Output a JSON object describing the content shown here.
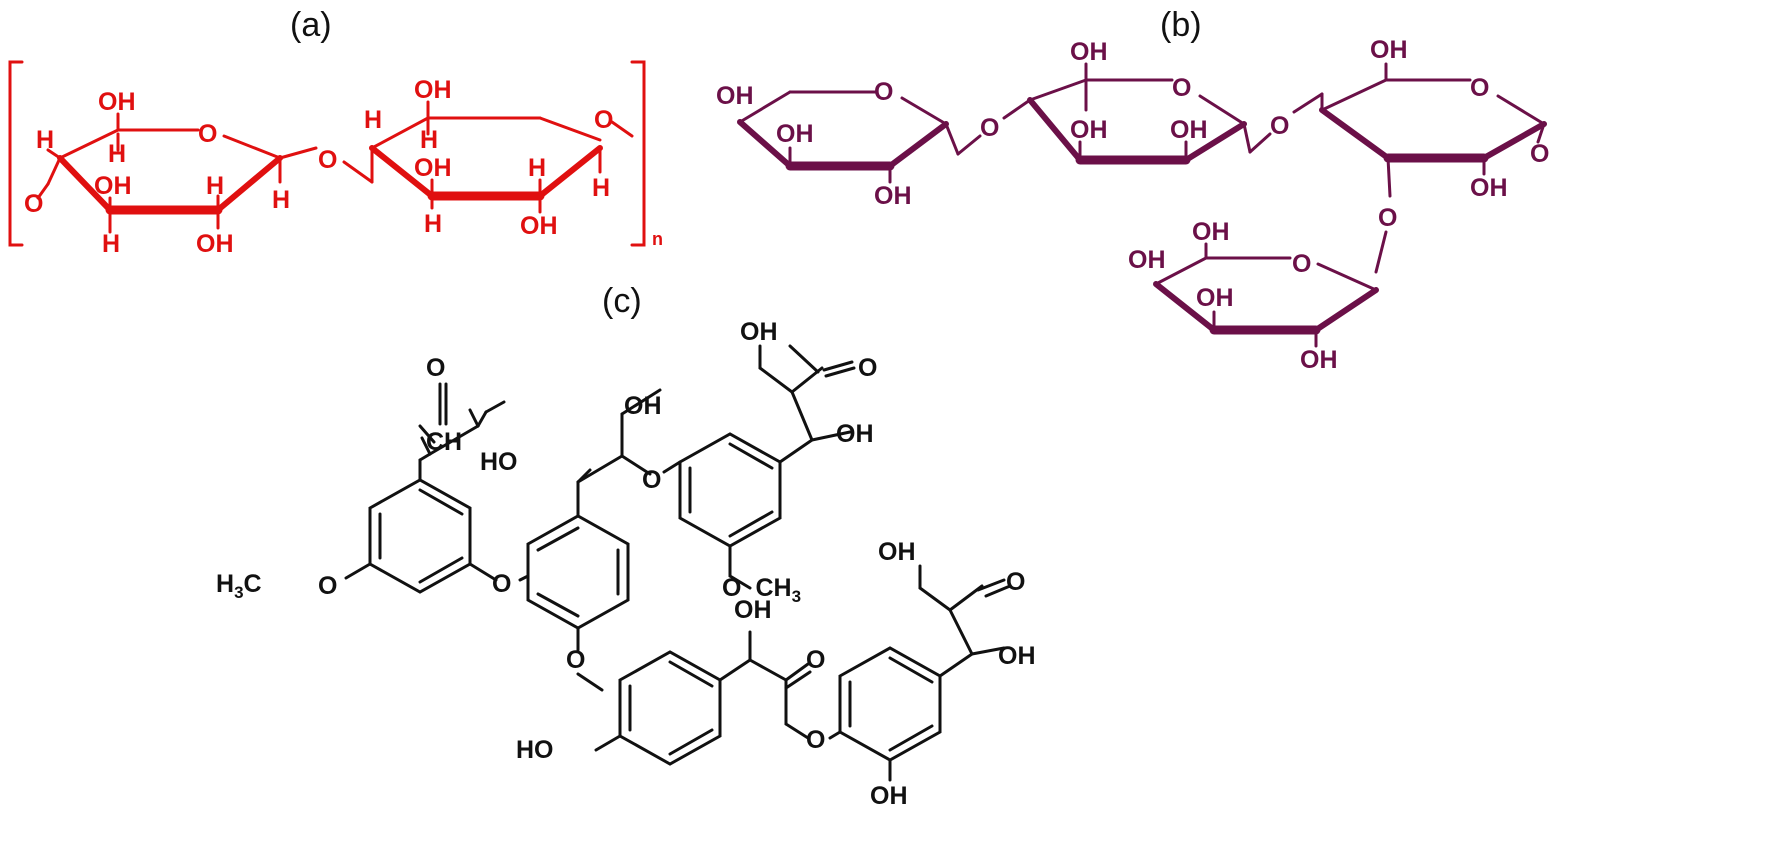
{
  "colors": {
    "cellulose": "#e01010",
    "hemicellulose": "#6b1048",
    "lignin": "#111111"
  },
  "panel_a": {
    "caption": "(a)",
    "repeat_subscript": "n",
    "labels": {
      "oh": "OH",
      "h": "H",
      "o": "O"
    }
  },
  "panel_b": {
    "caption": "(b)",
    "labels": {
      "oh": "OH",
      "o": "O"
    }
  },
  "panel_c": {
    "caption": "(c)",
    "labels": {
      "oh": "OH",
      "ho": "HO",
      "o": "O",
      "ch": "CH",
      "ch3_c": "CH",
      "ch3_sub": "3",
      "h3c_h": "H",
      "h3c_sub": "3",
      "h3c_c": "C"
    }
  }
}
